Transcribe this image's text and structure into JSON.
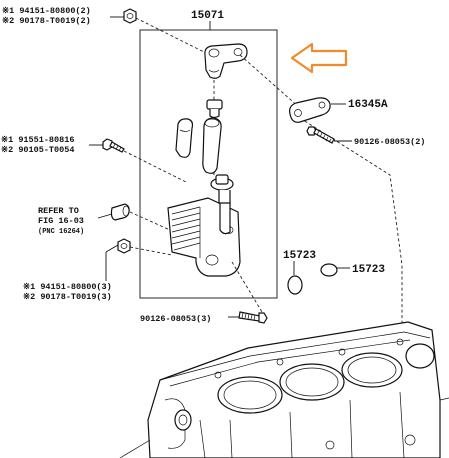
{
  "labels": {
    "top_left_line1": "※1 94151-80800(2)",
    "top_left_line2": "※2 90178-T0019(2)",
    "assembly": "15071",
    "gasket": "16345A",
    "bolt_right": "90126-08053(2)",
    "mid_left_line1": "※1 91551-80816",
    "mid_left_line2": "※2 90105-T0054",
    "refer_line1": "REFER TO",
    "refer_line2": "FIG 16-03",
    "refer_line3": "(PNC 16264)",
    "low_left_line1": "※1 94151-80800(3)",
    "low_left_line2": "※2 90178-T0019(3)",
    "oring_1": "15723",
    "oring_2": "15723",
    "bolt_bottom": "90126-08053(3)"
  },
  "colors": {
    "arrow": "#f08a2a",
    "line": "#111111"
  }
}
